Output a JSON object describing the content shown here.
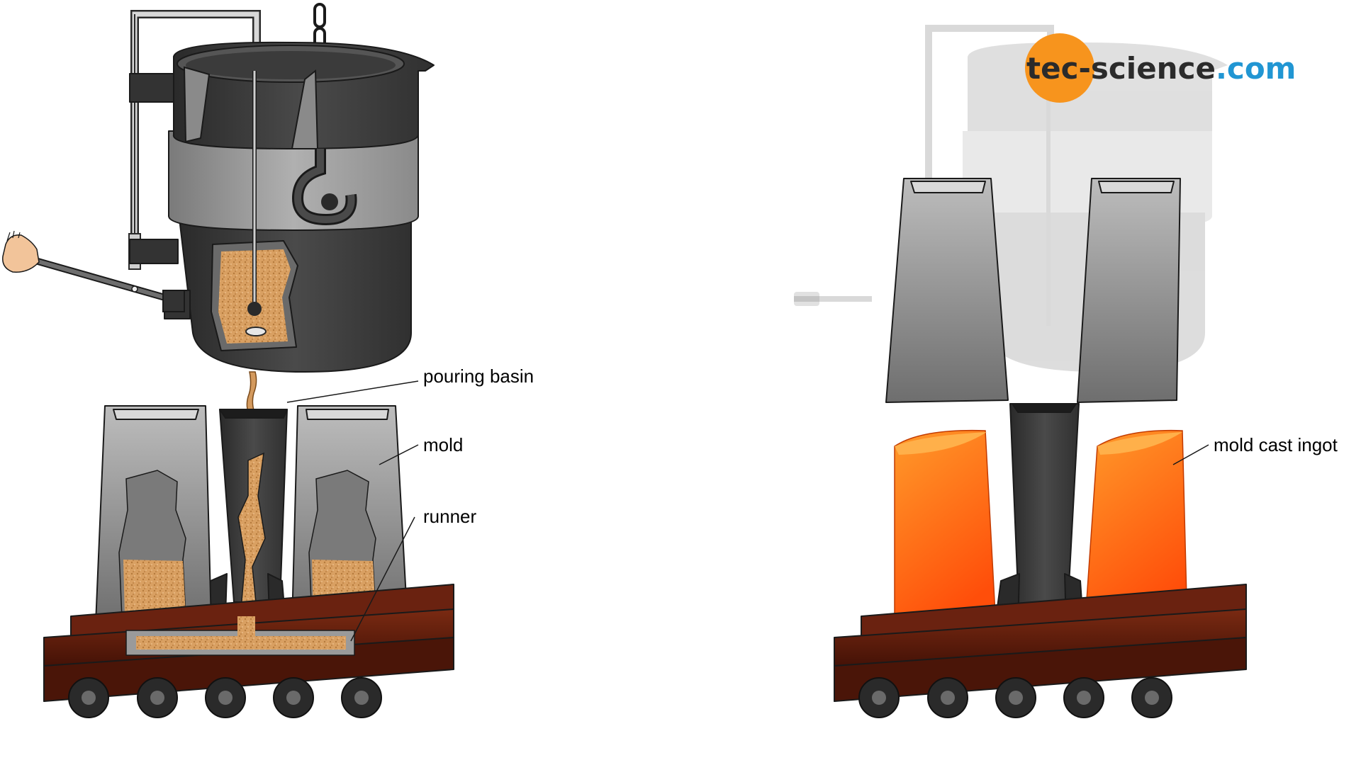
{
  "labels": {
    "pouring_basin": "pouring basin",
    "mold": "mold",
    "runner": "runner",
    "mold_cast_ingot": "mold cast ingot"
  },
  "logo": {
    "part1": "tec",
    "part2": "-science",
    "part3": ".com",
    "circle_color": "#f7941d",
    "text_dark": "#2b2b2b",
    "text_blue": "#2196d3"
  },
  "colors": {
    "ladle_dark": "#3a3a3a",
    "ladle_gray": "#8a8a8a",
    "mold_gray": "#8f8f8f",
    "sand": "#d49a5e",
    "car": "#5a1a0a",
    "ingot": "#ff7a1a"
  }
}
